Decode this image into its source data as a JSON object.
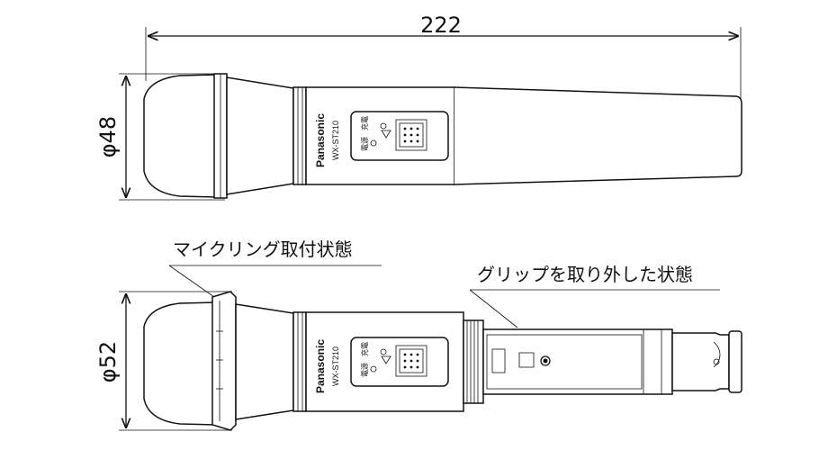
{
  "dimensions": {
    "length": "222",
    "diameter_top": "φ48",
    "diameter_bottom": "φ52"
  },
  "labels": {
    "mic_ring": "マイクリング取付状態",
    "grip_removed": "グリップを取り外した状態"
  },
  "device": {
    "brand": "Panasonic",
    "model": "WX-ST210",
    "indicator_power": "電源",
    "indicator_charge": "充電"
  }
}
